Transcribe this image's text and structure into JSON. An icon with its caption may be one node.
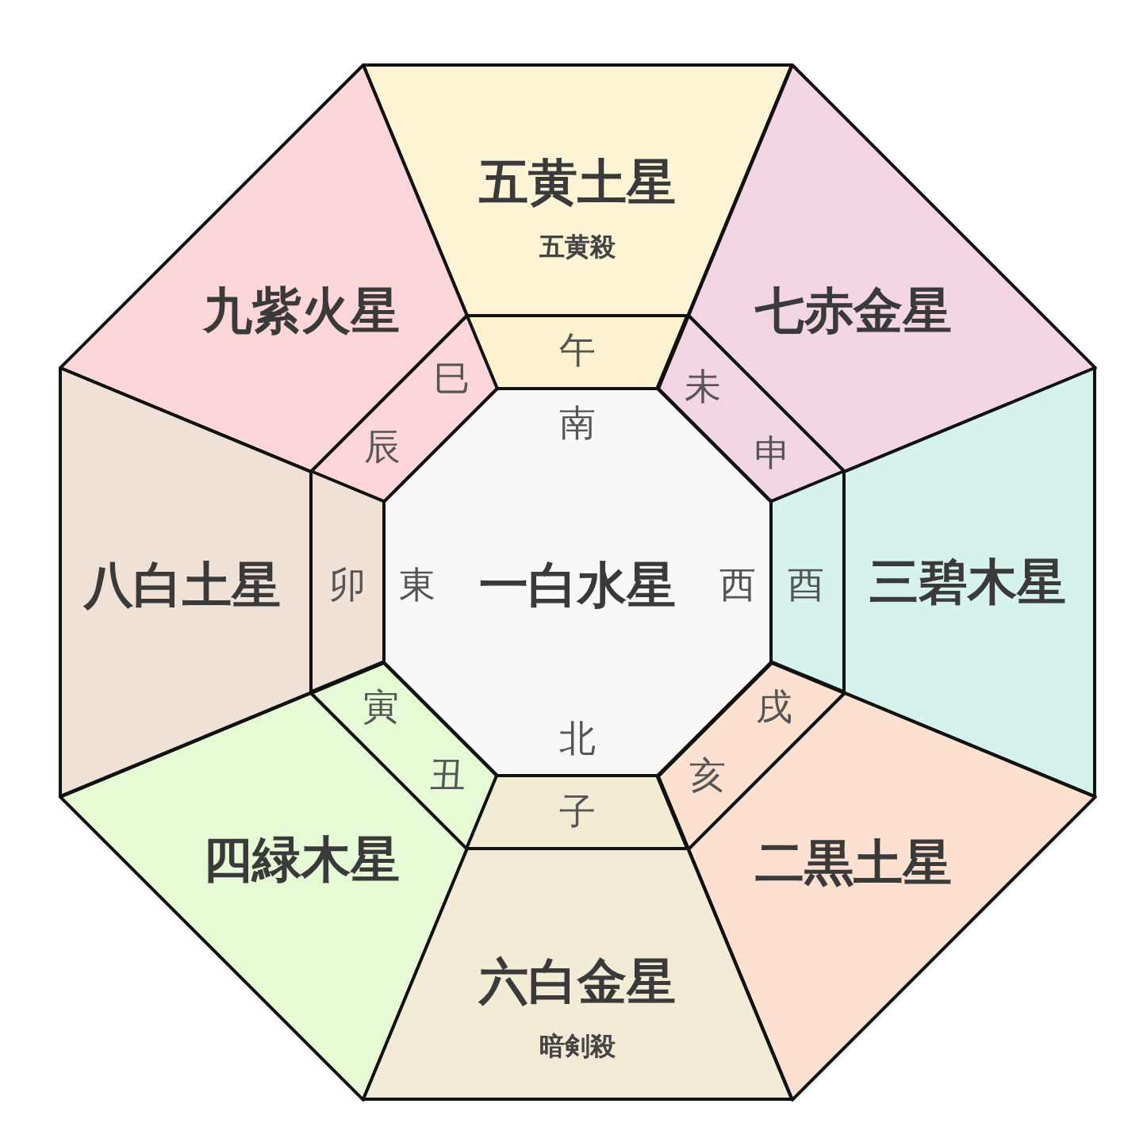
{
  "diagram": {
    "nodes": [
      {
        "text": [
          "五黄土星",
          "五黄殺"
        ]
      },
      {
        "text": [
          "九紫火星"
        ]
      },
      {
        "text": [
          "七赤金星"
        ]
      },
      {
        "text": [
          "午"
        ]
      },
      {
        "text": [
          "巳",
          "辰"
        ]
      },
      {
        "text": [
          "未",
          "申"
        ]
      },
      {
        "text": [
          "八白土星"
        ]
      },
      {
        "text": [
          "卯"
        ]
      },
      {
        "text": [
          "南",
          "東",
          "一白水星",
          "西",
          "北"
        ]
      },
      {
        "text": [
          "酉"
        ]
      },
      {
        "text": [
          "三碧木星"
        ]
      },
      {
        "text": [
          "寅",
          "丑"
        ]
      },
      {
        "text": [
          "戌",
          "亥"
        ]
      },
      {
        "text": [
          "四緑木星"
        ]
      },
      {
        "text": [
          "二黒土星"
        ]
      },
      {
        "text": [
          "子"
        ]
      },
      {
        "text": [
          "六白金星",
          "暗剣殺"
        ]
      }
    ]
  }
}
